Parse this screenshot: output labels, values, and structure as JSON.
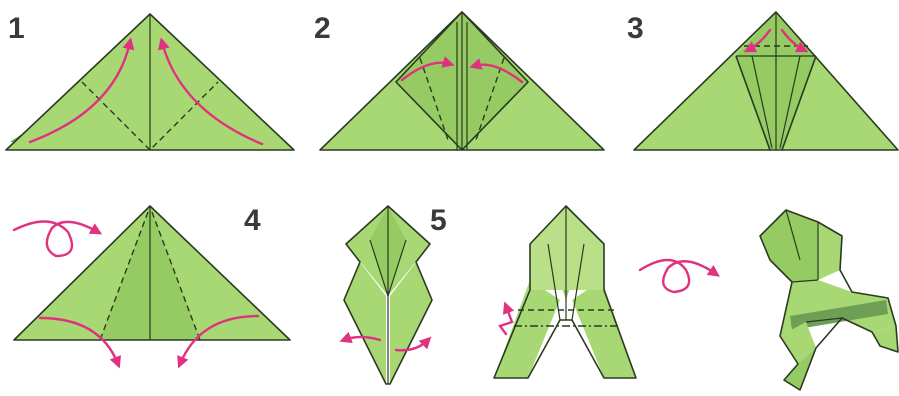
{
  "steps": [
    {
      "number": "1"
    },
    {
      "number": "2"
    },
    {
      "number": "3"
    },
    {
      "number": "4"
    },
    {
      "number": "5"
    }
  ],
  "colors": {
    "paper": "#a7d873",
    "paper_shade": "#95cb62",
    "paper_dark": "#6f9f55",
    "outline": "#2a3a22",
    "arrow": "#e0327e",
    "numbers": "#3a3a3a"
  }
}
